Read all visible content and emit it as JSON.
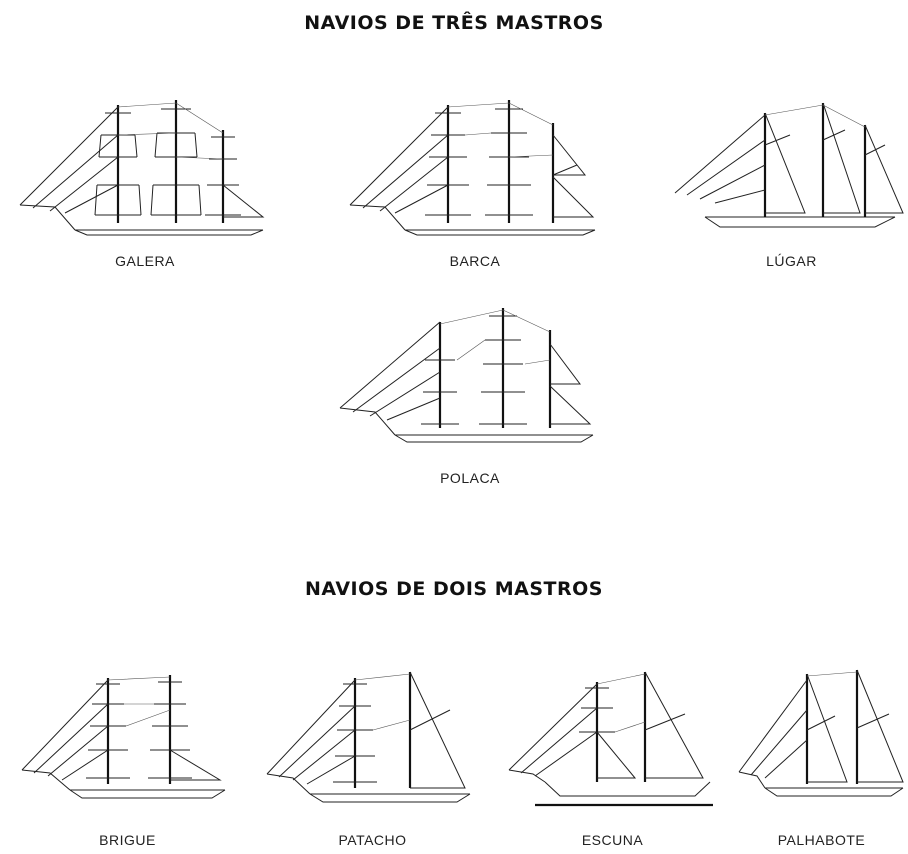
{
  "sections": {
    "three_masts": {
      "title": "NAVIOS DE TRÊS MASTROS",
      "ships": [
        "GALERA",
        "BARCA",
        "LÚGAR",
        "POLACA"
      ]
    },
    "two_masts": {
      "title": "NAVIOS DE DOIS MASTROS",
      "ships": [
        "BRIGUE",
        "PATACHO",
        "ESCUNA",
        "PALHABOTE"
      ]
    }
  }
}
